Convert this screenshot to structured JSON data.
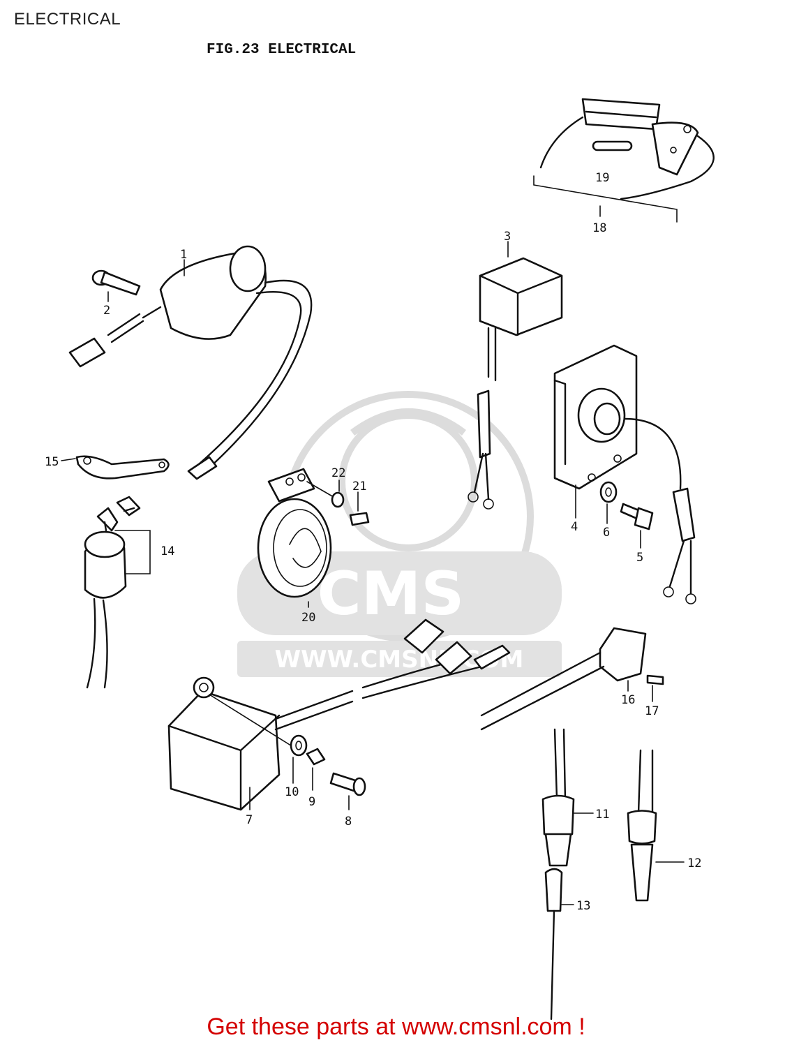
{
  "page": {
    "title": "ELECTRICAL",
    "footer": "Get these parts at www.cmsnl.com !"
  },
  "figure": {
    "title": "FIG.23  ELECTRICAL"
  },
  "watermark": {
    "logo_text": "CMS",
    "url_text": "WWW.CMSNL.COM"
  },
  "callouts": [
    {
      "id": "1",
      "label": "1"
    },
    {
      "id": "2",
      "label": "2"
    },
    {
      "id": "3",
      "label": "3"
    },
    {
      "id": "4",
      "label": "4"
    },
    {
      "id": "5",
      "label": "5"
    },
    {
      "id": "6",
      "label": "6"
    },
    {
      "id": "7",
      "label": "7"
    },
    {
      "id": "8",
      "label": "8"
    },
    {
      "id": "9",
      "label": "9"
    },
    {
      "id": "10",
      "label": "10"
    },
    {
      "id": "11",
      "label": "11"
    },
    {
      "id": "12",
      "label": "12"
    },
    {
      "id": "13",
      "label": "13"
    },
    {
      "id": "14",
      "label": "14"
    },
    {
      "id": "15",
      "label": "15"
    },
    {
      "id": "16",
      "label": "16"
    },
    {
      "id": "17",
      "label": "17"
    },
    {
      "id": "18",
      "label": "18"
    },
    {
      "id": "19",
      "label": "19"
    },
    {
      "id": "20",
      "label": "20"
    },
    {
      "id": "21",
      "label": "21"
    },
    {
      "id": "22",
      "label": "22"
    }
  ],
  "colors": {
    "footer_text": "#d40000",
    "line_art": "#111111",
    "watermark": "#dcdcdc"
  }
}
